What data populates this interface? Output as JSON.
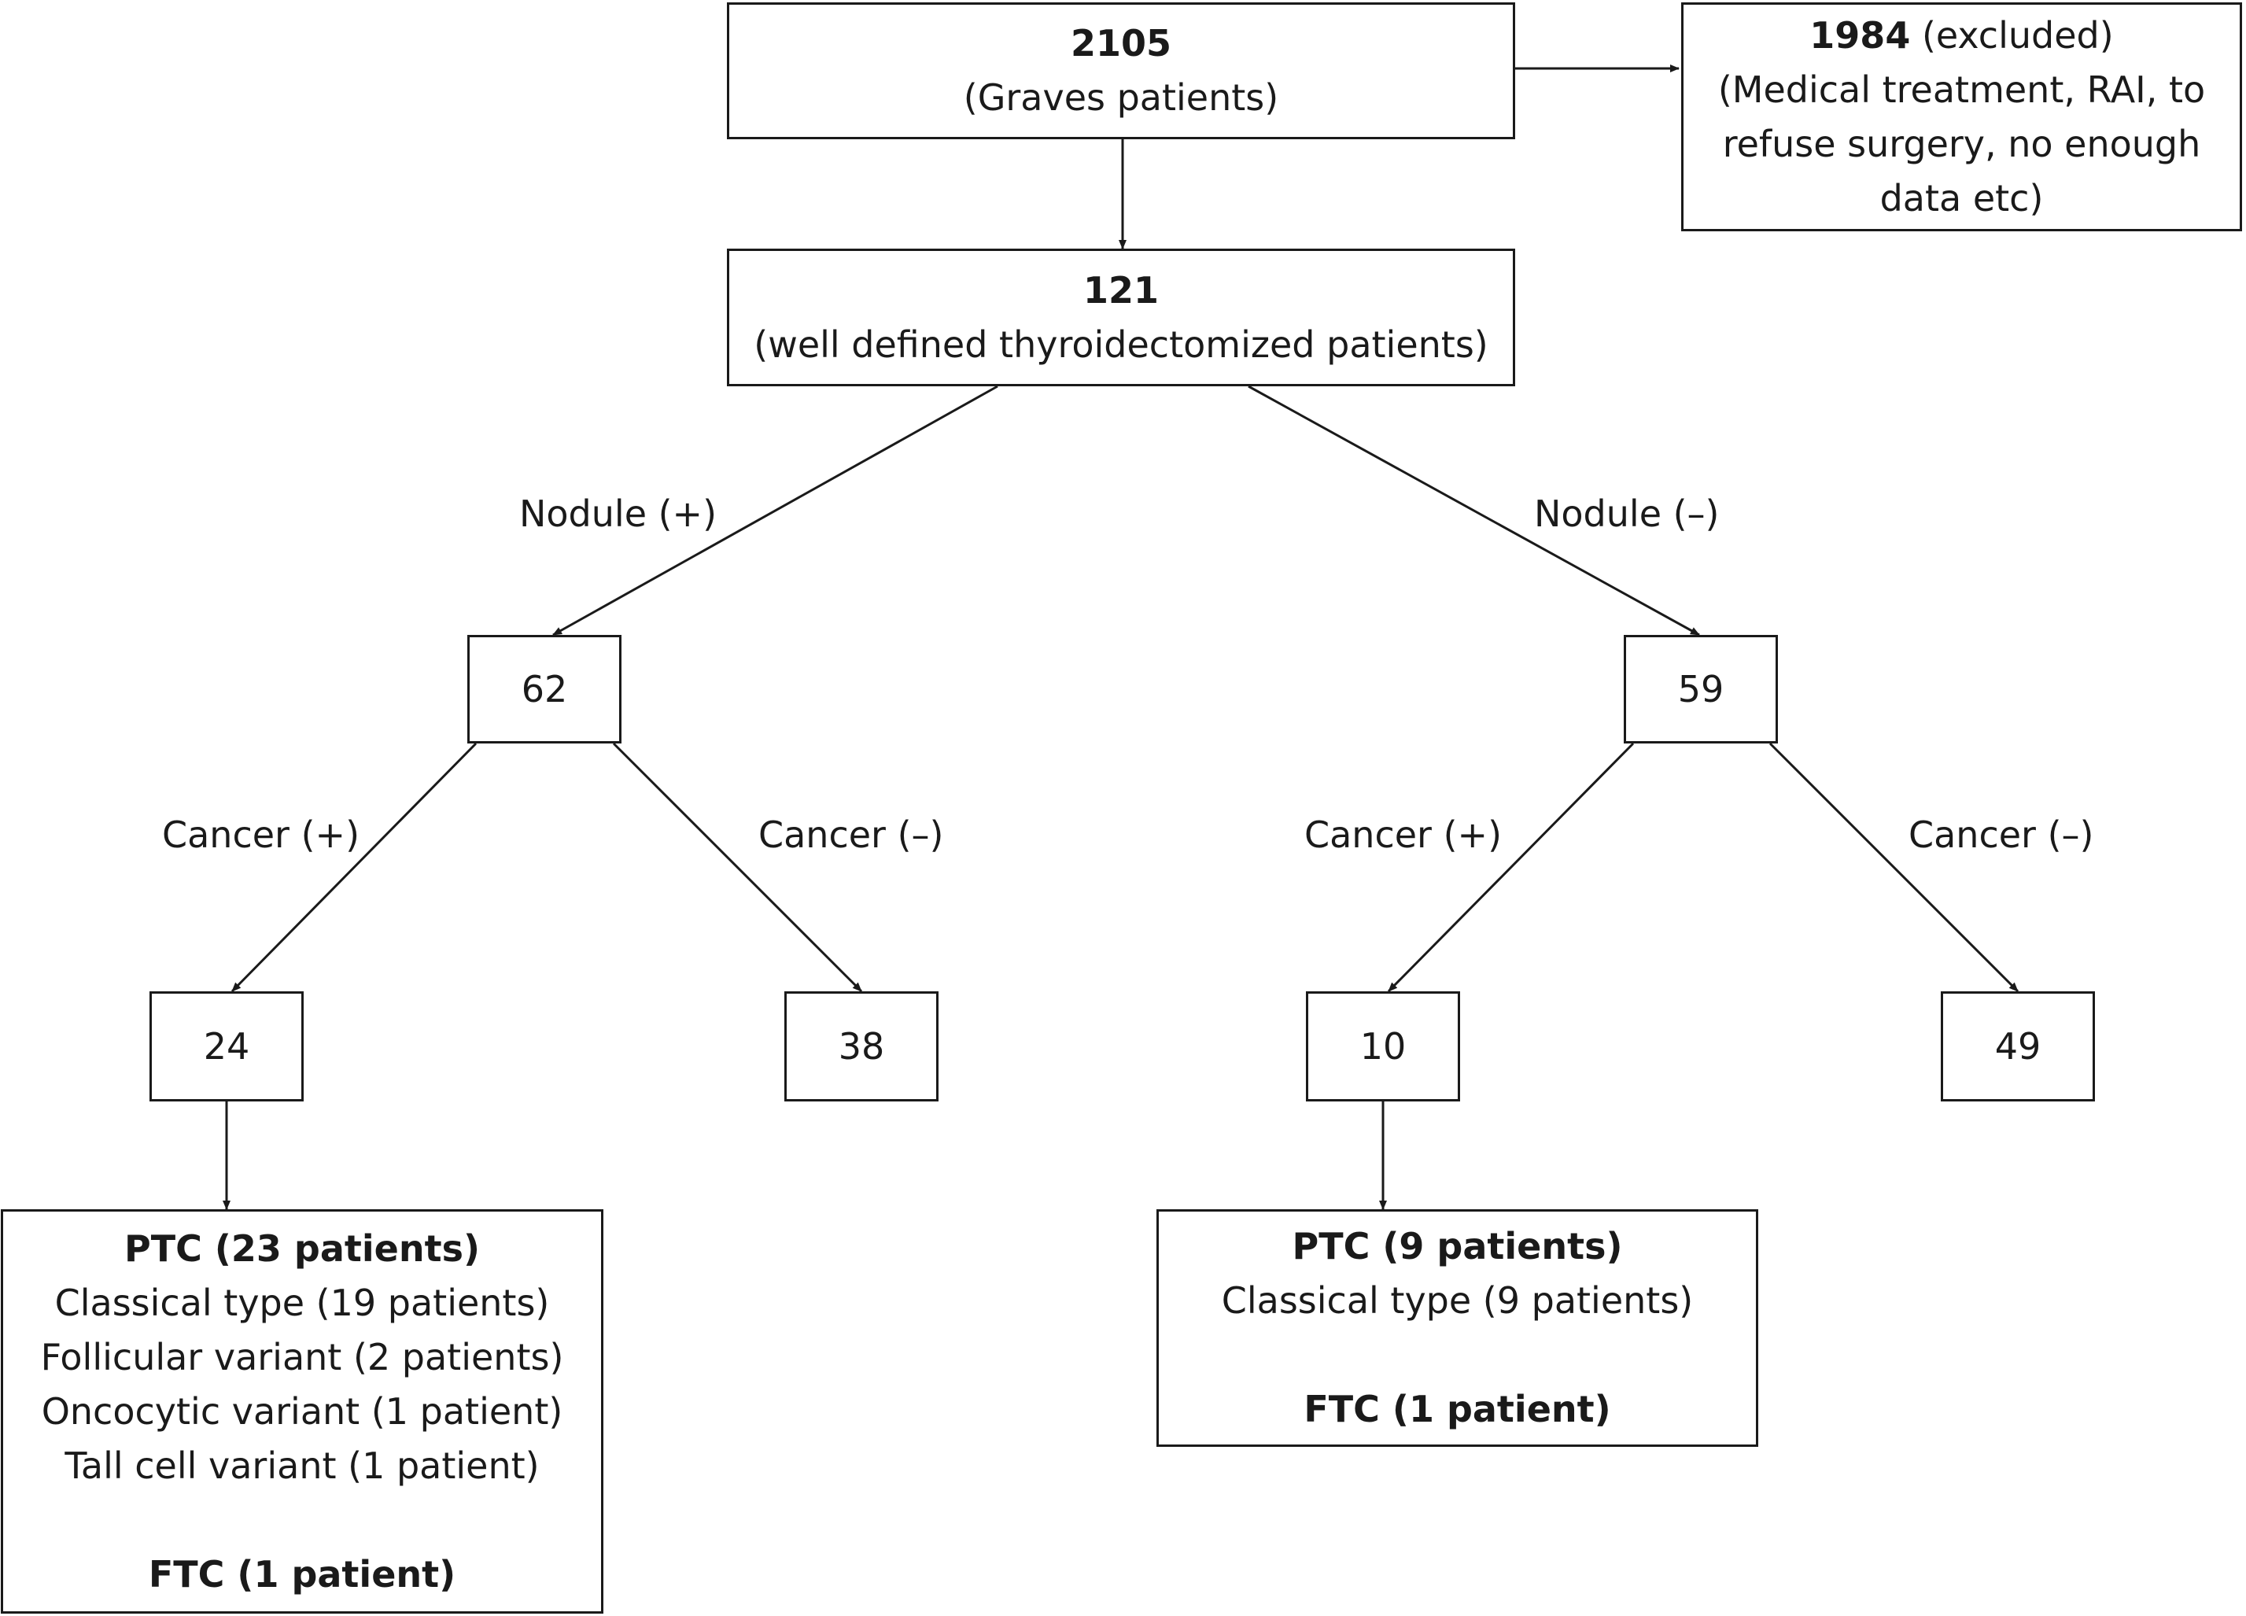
{
  "boxes": {
    "total": {
      "number": "2105",
      "caption": "(Graves patients)"
    },
    "excluded": {
      "number": "1984",
      "suffix": " (excluded)",
      "line1": "(Medical treatment, RAI, to",
      "line2": "refuse surgery, no enough",
      "line3": "data etc)"
    },
    "included": {
      "number": "121",
      "caption": "(well defined thyroidectomized patients)"
    },
    "nodule_pos": {
      "number": "62"
    },
    "nodule_neg": {
      "number": "59"
    },
    "np_cancer_pos": {
      "number": "24"
    },
    "np_cancer_neg": {
      "number": "38"
    },
    "nn_cancer_pos": {
      "number": "10"
    },
    "nn_cancer_neg": {
      "number": "49"
    },
    "np_outcome": {
      "ptc": "PTC (23 patients)",
      "lines": [
        "Classical type (19 patients)",
        "Follicular variant (2 patients)",
        "Oncocytic variant (1 patient)",
        "Tall cell variant (1 patient)"
      ],
      "ftc": "FTC (1 patient)"
    },
    "nn_outcome": {
      "ptc": "PTC (9 patients)",
      "lines": [
        "Classical type (9 patients)"
      ],
      "ftc": "FTC (1 patient)"
    }
  },
  "edge_labels": {
    "nodule_pos": "Nodule (+)",
    "nodule_neg": "Nodule (–)",
    "cancer_pos": "Cancer (+)",
    "cancer_neg": "Cancer (–)"
  }
}
